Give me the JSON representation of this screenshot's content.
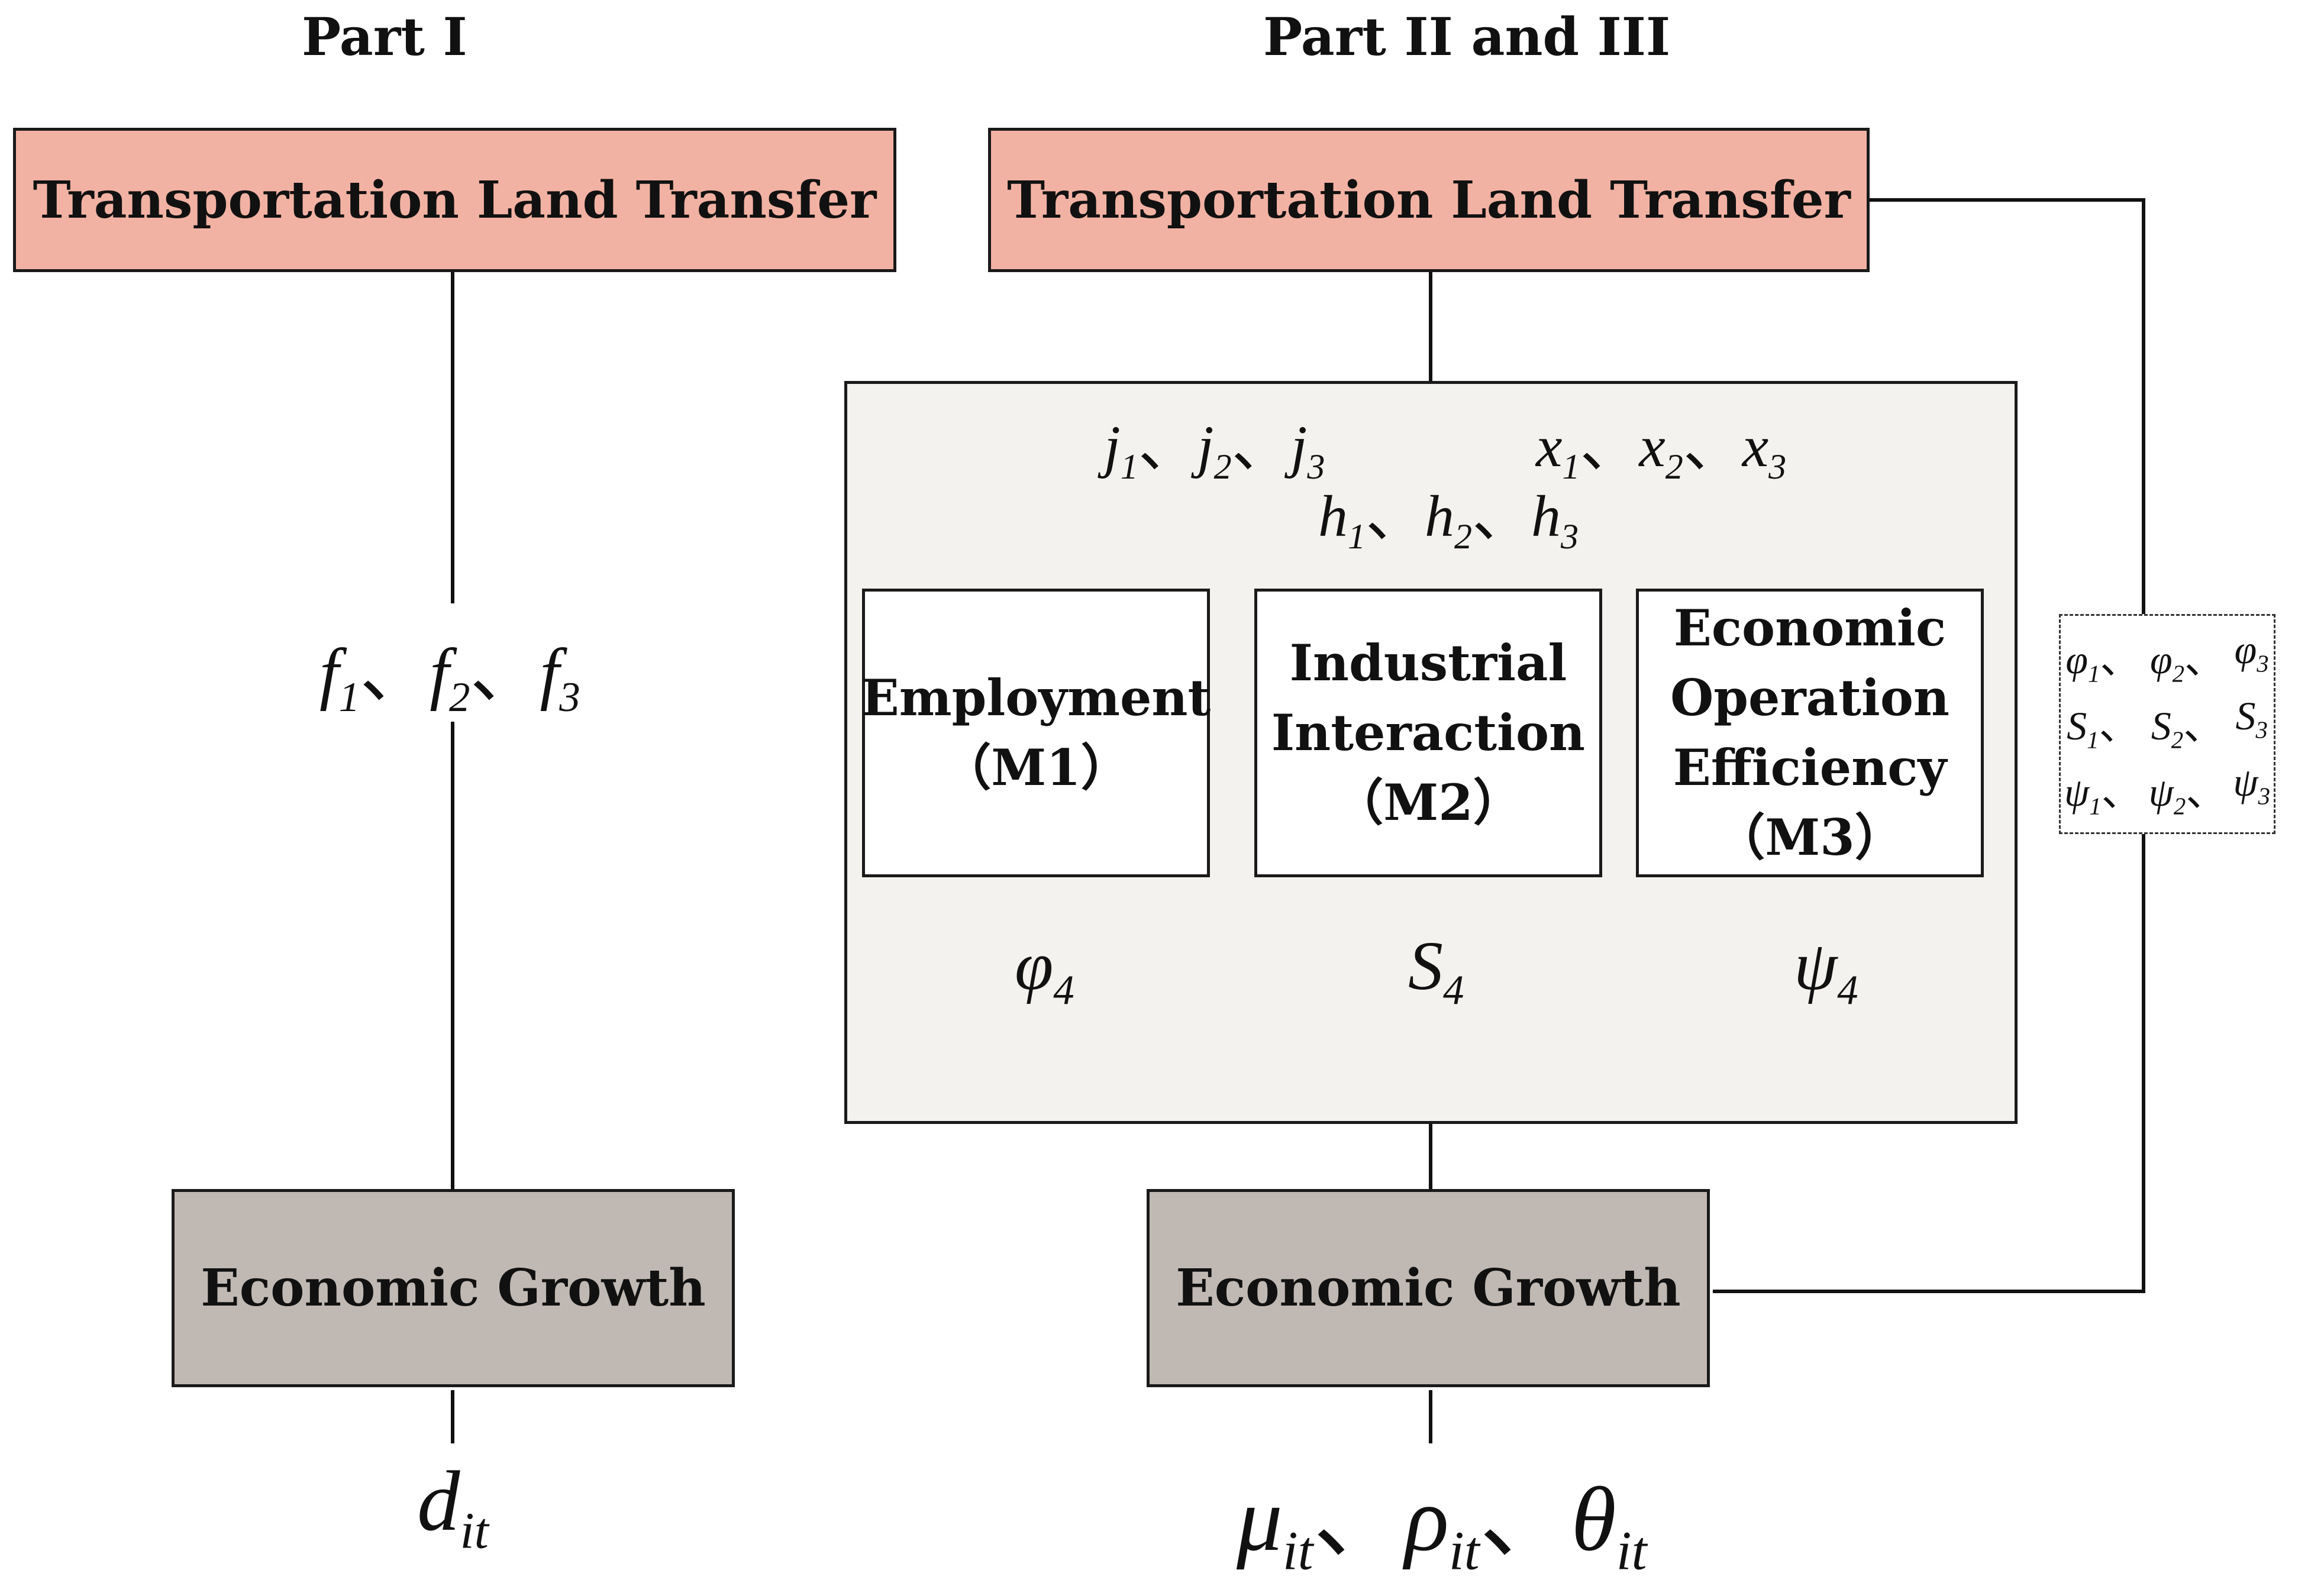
{
  "parts": {
    "part1_title": "Part I",
    "part2_title": "Part II and III"
  },
  "left": {
    "source_box": "Transportation Land Transfer",
    "target_box": "Economic Growth",
    "path_labels": [
      {
        "sym": "f",
        "sub": "1"
      },
      {
        "sym": "f",
        "sub": "2"
      },
      {
        "sym": "f",
        "sub": "3"
      }
    ],
    "control_label": {
      "sym": "d",
      "sub": "it"
    }
  },
  "right": {
    "source_box": "Transportation Land Transfer",
    "target_box": "Economic Growth",
    "mediators": [
      {
        "name": "Employment\n（M1）",
        "out_label": {
          "sym": "φ",
          "sub": "4"
        }
      },
      {
        "name": "Industrial\nInteraction\n（M2）",
        "out_label": {
          "sym": "S",
          "sub": "4"
        }
      },
      {
        "name": "Economic\nOperation\nEfficiency\n（M3）",
        "out_label": {
          "sym": "ψ",
          "sub": "4"
        }
      }
    ],
    "to_m1_labels": [
      {
        "sym": "j",
        "sub": "1"
      },
      {
        "sym": "j",
        "sub": "2"
      },
      {
        "sym": "j",
        "sub": "3"
      }
    ],
    "to_m2_labels": [
      {
        "sym": "h",
        "sub": "1"
      },
      {
        "sym": "h",
        "sub": "2"
      },
      {
        "sym": "h",
        "sub": "3"
      }
    ],
    "to_m3_labels": [
      {
        "sym": "x",
        "sub": "1"
      },
      {
        "sym": "x",
        "sub": "2"
      },
      {
        "sym": "x",
        "sub": "3"
      }
    ],
    "direct_effect_rows": [
      [
        {
          "sym": "φ",
          "sub": "1"
        },
        {
          "sym": "φ",
          "sub": "2"
        },
        {
          "sym": "φ",
          "sub": "3"
        }
      ],
      [
        {
          "sym": "S",
          "sub": "1"
        },
        {
          "sym": "S",
          "sub": "2"
        },
        {
          "sym": "S",
          "sub": "3"
        }
      ],
      [
        {
          "sym": "ψ",
          "sub": "1"
        },
        {
          "sym": "ψ",
          "sub": "2"
        },
        {
          "sym": "ψ",
          "sub": "3"
        }
      ]
    ],
    "control_labels": [
      {
        "sym": "μ",
        "sub": "it"
      },
      {
        "sym": "ρ",
        "sub": "it"
      },
      {
        "sym": "θ",
        "sub": "it"
      }
    ]
  },
  "separator": "、"
}
